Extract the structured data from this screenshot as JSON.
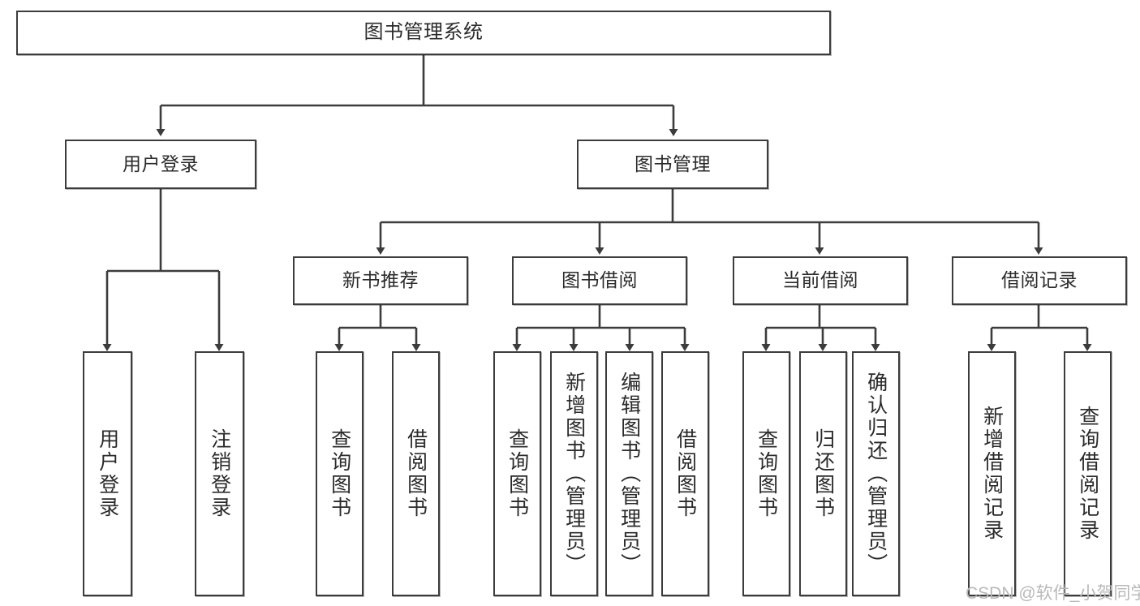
{
  "diagram": {
    "type": "tree-hierarchy",
    "title": "图书管理系统",
    "root": {
      "label": "图书管理系统"
    },
    "level2": [
      {
        "label": "用户登录"
      },
      {
        "label": "图书管理"
      }
    ],
    "level3": [
      {
        "label": "新书推荐"
      },
      {
        "label": "图书借阅"
      },
      {
        "label": "当前借阅"
      },
      {
        "label": "借阅记录"
      }
    ],
    "leaves": {
      "user_login": [
        {
          "label": "用户登录"
        },
        {
          "label": "注销登录"
        }
      ],
      "new_book_recommend": [
        {
          "label": "查询图书"
        },
        {
          "label": "借阅图书"
        }
      ],
      "book_borrow": [
        {
          "label": "查询图书"
        },
        {
          "label": "新增图书（管理员）"
        },
        {
          "label": "编辑图书（管理员）"
        },
        {
          "label": "借阅图书"
        }
      ],
      "current_borrow": [
        {
          "label": "查询图书"
        },
        {
          "label": "归还图书"
        },
        {
          "label": "确认归还（管理员）"
        }
      ],
      "borrow_record": [
        {
          "label": "新增借阅记录"
        },
        {
          "label": "查询借阅记录"
        }
      ]
    }
  },
  "watermark": {
    "text": "CSDN @软件_小贺同学"
  },
  "colors": {
    "stroke": "#3c3c3c",
    "text": "#2b2b2b",
    "background": "#ffffff",
    "watermark": "#b9b9b9"
  }
}
